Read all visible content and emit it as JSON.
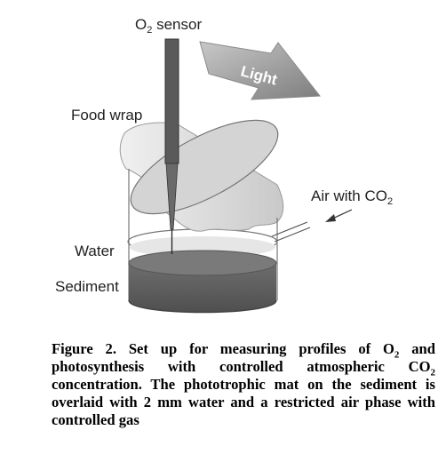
{
  "diagram": {
    "labels": {
      "o2_sensor": "O",
      "o2_sub": "2",
      "o2_rest": " sensor",
      "light": "Light",
      "food_wrap": "Food wrap",
      "air_with": "Air with CO",
      "air_sub": "2",
      "water": "Water",
      "sediment": "Sediment"
    },
    "colors": {
      "sediment": "#5f5f5f",
      "sediment_top": "#7a7a7a",
      "wrap": "#d2d2d2",
      "probe": "#555555",
      "light_arrow": "#9a9a9a"
    }
  },
  "caption": {
    "part1": "Figure 2. Set up for measuring profiles of O",
    "sub1": "2",
    "part2": " and photosynthesis with controlled atmospheric CO",
    "sub2": "2",
    "part3": " concentration. The phototrophic mat on the sediment is overlaid with 2 mm water and a restricted air phase with controlled gas"
  }
}
